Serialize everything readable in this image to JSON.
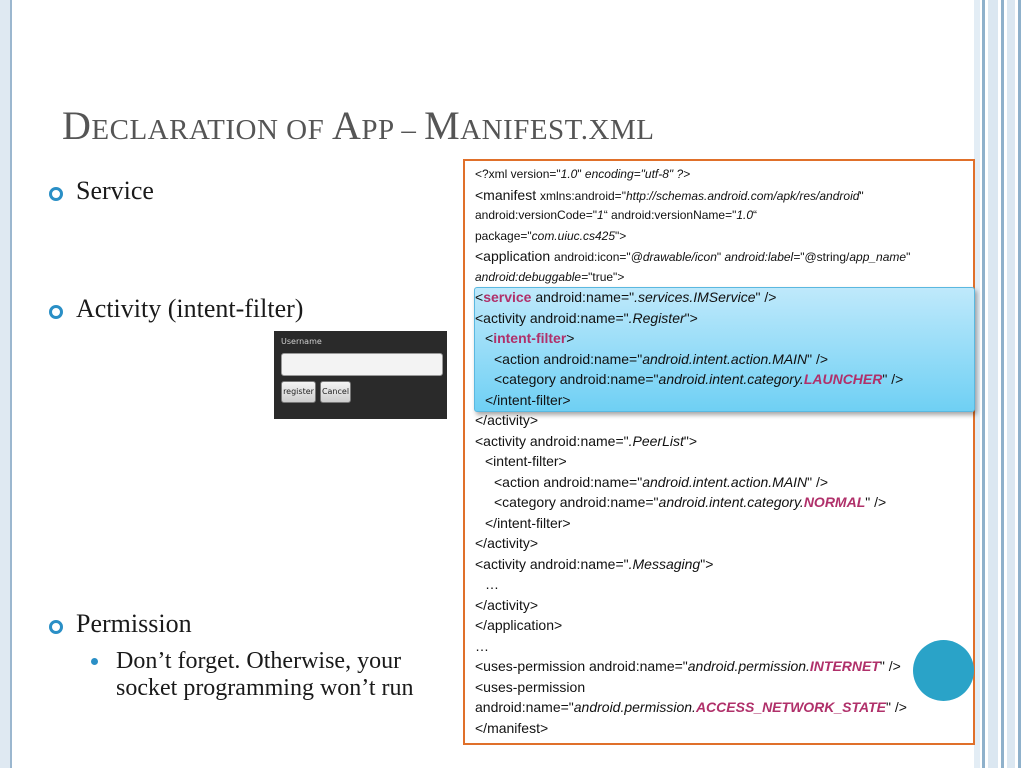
{
  "slide": {
    "title_parts": [
      "D",
      "ECLARATION OF ",
      "A",
      "PP – ",
      "M",
      "ANIFEST.XML"
    ],
    "bullets": [
      "Service",
      "Activity (intent-filter)",
      "Permission"
    ],
    "sub_bullet": "Don’t forget. Otherwise, your socket programming won’t run"
  },
  "screenshot": {
    "username_label": "Username",
    "register_button": "register",
    "cancel_button": "Cancel"
  },
  "code": {
    "l1a": "<?xml version=\"",
    "l1b": "1.0",
    "l1c": "\" ",
    "l1d": "encoding=\"utf-8\" ?>",
    "l2a": "<manifest ",
    "l2b": "xmlns:android=\"",
    "l2c": "http://schemas.android.com/apk/res/android",
    "l2d": "\"",
    "l3a": "android:versionCode=\"",
    "l3b": "1",
    "l3c": "“ android:versionName=\"",
    "l3d": "1.0",
    "l3e": "“",
    "l4a": "package=\"",
    "l4b": "com.uiuc.cs425",
    "l4c": "\">",
    "l5a": "<application ",
    "l5b": "android:icon=\"",
    "l5c": "@drawable/icon",
    "l5d": "\" ",
    "l5e": "android:label=",
    "l5f": "\"@string/",
    "l5g": "app_name",
    "l5h": "\"",
    "l6a": "android:debuggable=",
    "l6b": "\"true\"",
    "l6c": ">",
    "l7a": "<",
    "l7b": "service",
    "l7c": " android:name=\"",
    "l7d": ".services.IMService",
    "l7e": "\" />",
    "l8a": "<activity android:name=\"",
    "l8b": ".Register",
    "l8c": "\">",
    "l9a": "<",
    "l9b": "intent-filter",
    "l9c": ">",
    "l10a": "<action android:name=\"",
    "l10b": "android.intent.action.MAIN",
    "l10c": "\" />",
    "l11a": "<category android:name=\"",
    "l11b": "android.intent.category.",
    "l11c": "LAUNCHER",
    "l11d": "\" />",
    "l12": "</intent-filter>",
    "l13": "</activity>",
    "l14a": "<activity android:name=\"",
    "l14b": ".PeerList",
    "l14c": "\">",
    "l15": "<intent-filter>",
    "l16a": "<action android:name=\"",
    "l16b": "android.intent.action.MAIN",
    "l16c": "\" />",
    "l17a": "<category android:name=\"",
    "l17b": "android.intent.category.",
    "l17c": "NORMAL",
    "l17d": "\" />",
    "l18": "</intent-filter>",
    "l19": "</activity>",
    "l20a": "<activity android:name=\"",
    "l20b": ".Messaging",
    "l20c": "\">",
    "l21": "…",
    "l22": "</activity>",
    "l23": "</application>",
    "l24": "…",
    "l25a": "<uses-permission android:name=\"",
    "l25b": "android.permission.",
    "l25c": "INTERNET",
    "l25d": "\" />",
    "l26": "<uses-permission",
    "l27a": "android:name=\"",
    "l27b": "android.permission.",
    "l27c": "ACCESS_NETWORK_STATE",
    "l27d": "\" />",
    "l28": "</manifest>"
  },
  "colors": {
    "accent": "#2a8fc6",
    "highlight_text": "#b0306a",
    "box_border": "#e0702a",
    "circle": "#2aa3c8"
  }
}
